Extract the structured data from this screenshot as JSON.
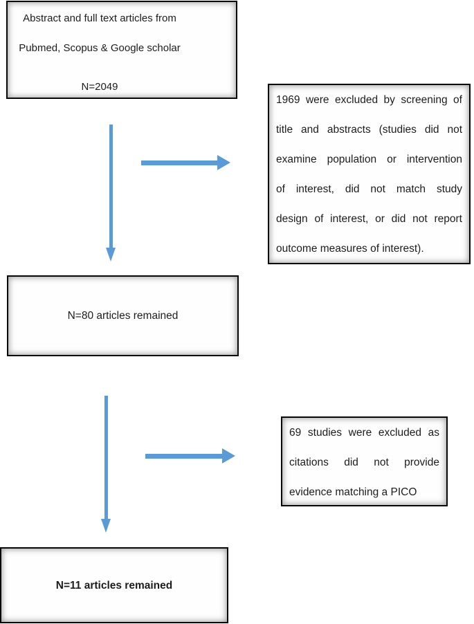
{
  "colors": {
    "arrow": "#5b9bd5",
    "box_border": "#070707",
    "background": "#ffffff"
  },
  "flowchart": {
    "source_box": {
      "lines": [
        "Abstract and full text articles from",
        "Pubmed, Scopus & Google scholar"
      ],
      "count": "N=2049"
    },
    "excluded_screening_box": {
      "lines": [
        "1969 were excluded by screening of",
        "title and abstracts (studies did not",
        "examine population or intervention",
        "of interest, did not match study",
        "design of interest, or did not report",
        "outcome measures of interest)."
      ],
      "full_text": "1969 were excluded by screening of title and abstracts (studies did not examine population or intervention of interest, did not match study design of interest, or did not report outcome measures of interest)."
    },
    "remained_80_box": {
      "text": "N=80 articles remained"
    },
    "excluded_pico_box": {
      "lines": [
        "69 studies were excluded as",
        "citations did not provide",
        "evidence matching a PICO"
      ],
      "full_text": "69 studies were excluded as citations did not provide evidence matching a PICO"
    },
    "remained_11_box": {
      "text": "N=11 articles remained"
    }
  }
}
